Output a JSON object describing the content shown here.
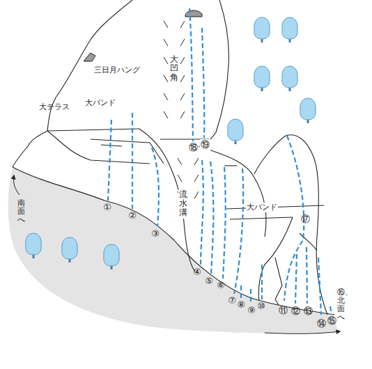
{
  "diagram": {
    "labels": [
      "三日月ハング",
      "大テラス",
      "大バンド",
      "大凹角",
      "流水溝",
      "大バンド",
      "南面へ",
      "①",
      "②",
      "③",
      "④",
      "⑤",
      "⑥",
      "⑦",
      "⑧",
      "⑨",
      "⑩",
      "⑪",
      "⑫",
      "⑬",
      "⑭",
      "⑮",
      "⑯、北面へ",
      "⑰",
      "⑱",
      "⑲"
    ]
  }
}
